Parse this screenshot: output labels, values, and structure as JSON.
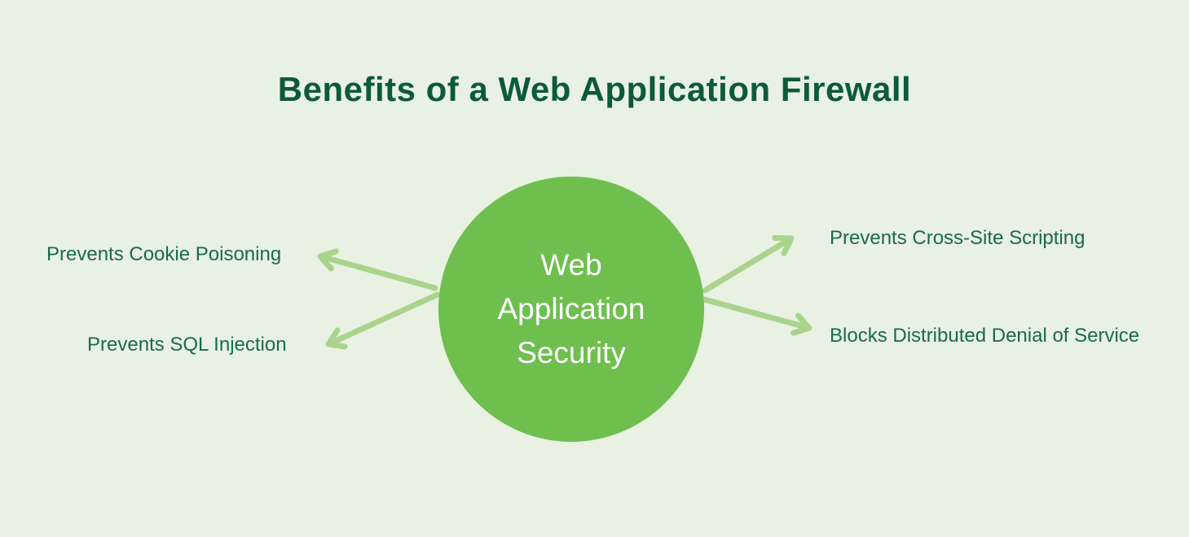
{
  "title": "Benefits of a Web Application Firewall",
  "center_node": {
    "lines": [
      "Web",
      "Application",
      "Security"
    ]
  },
  "benefits": [
    {
      "id": "left-top",
      "label": "Prevents Cookie Poisoning"
    },
    {
      "id": "left-bottom",
      "label": "Prevents SQL Injection"
    },
    {
      "id": "right-top",
      "label": "Prevents Cross-Site Scripting"
    },
    {
      "id": "right-bottom",
      "label": "Blocks Distributed Denial of Service"
    }
  ],
  "colors": {
    "background": "#e9f1e3",
    "circle_fill": "#6fbf4f",
    "arrow": "#aad48e",
    "title_text": "#0d5a3a",
    "label_text": "#1a6b4a",
    "circle_text": "#ffffff"
  }
}
